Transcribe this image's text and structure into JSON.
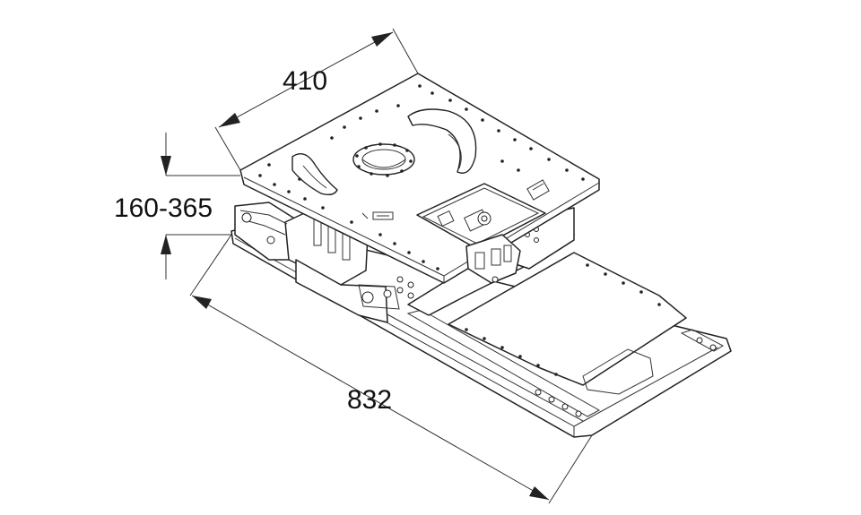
{
  "dimensions": {
    "width_label": "410",
    "height_label": "160-365",
    "length_label": "832"
  },
  "colors": {
    "line": "#222222",
    "background": "#ffffff"
  }
}
